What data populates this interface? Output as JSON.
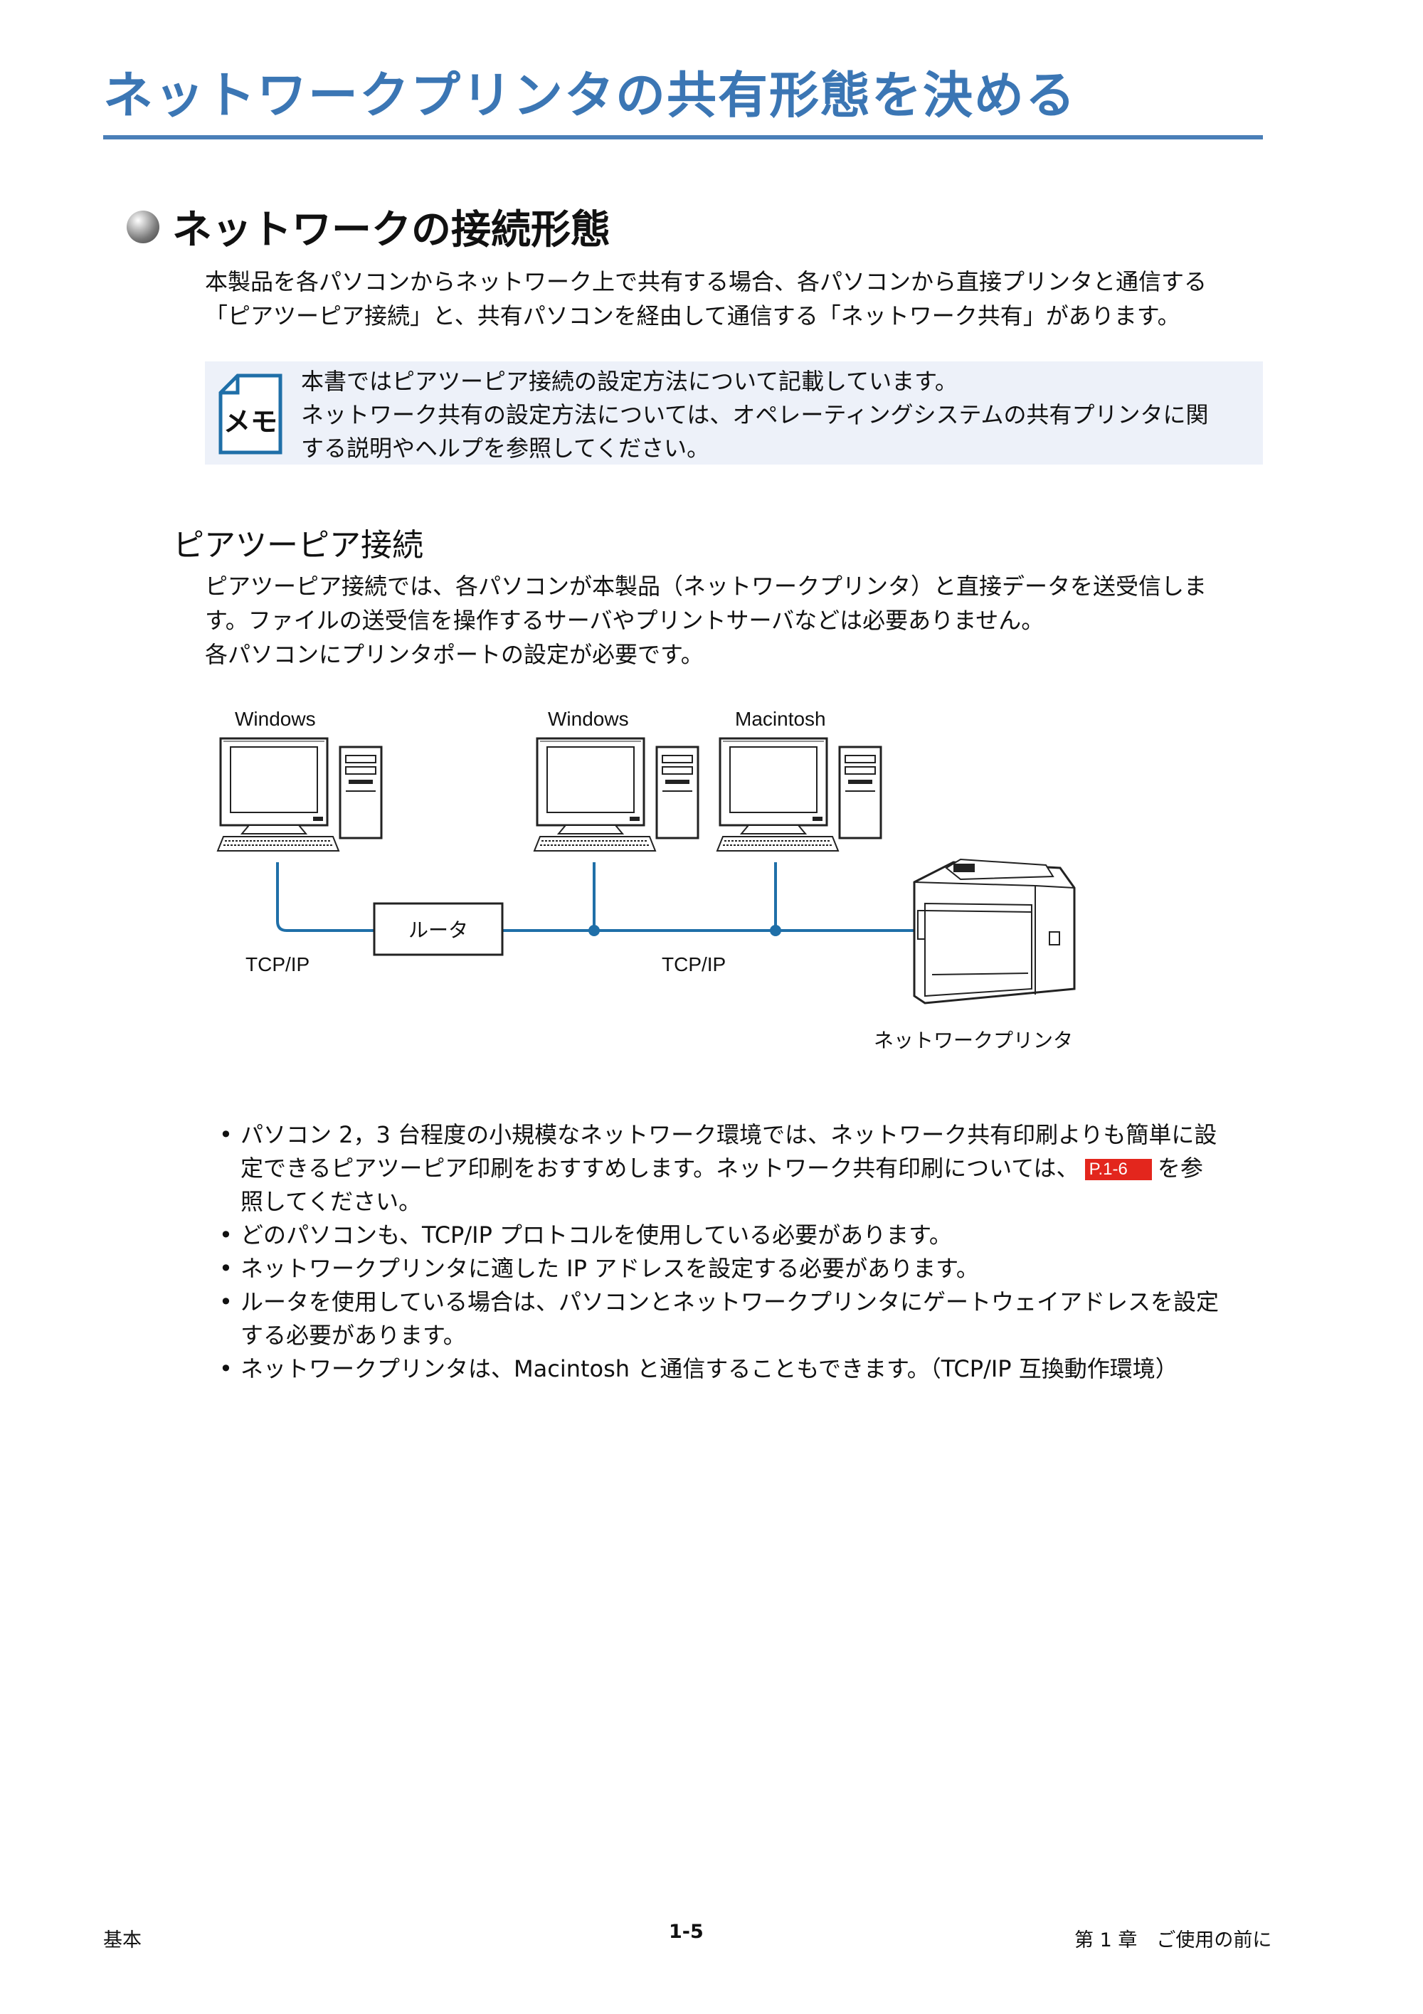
{
  "page_title": "ネットワークプリンタの共有形態を決める",
  "section": {
    "title": "ネットワークの接続形態",
    "intro_lines": [
      "本製品を各パソコンからネットワーク上で共有する場合、各パソコンから直接プリンタと通信する",
      "「ピアツーピア接続」と、共有パソコンを経由して通信する「ネットワーク共有」があります。"
    ]
  },
  "memo": {
    "icon_label": "メモ",
    "lines": [
      "本書ではピアツーピア接続の設定方法について記載しています。",
      "ネットワーク共有の設定方法については、オペレーティングシステムの共有プリンタに関",
      "する説明やヘルプを参照してください。"
    ]
  },
  "subsection": {
    "title": "ピアツーピア接続",
    "lines": [
      "ピアツーピア接続では、各パソコンが本製品（ネットワークプリンタ）と直接データを送受信しま",
      "す。ファイルの送受信を操作するサーバやプリントサーバなどは必要ありません。",
      "各パソコンにプリンタポートの設定が必要です。"
    ]
  },
  "diagram": {
    "pc1_label": "Windows",
    "pc2_label": "Windows",
    "pc3_label": "Macintosh",
    "router_label": "ルータ",
    "protocol_left": "TCP/IP",
    "protocol_right": "TCP/IP",
    "printer_label": "ネットワークプリンタ",
    "line_color": "#1f6fa8"
  },
  "bullets": {
    "b1_line1": "パソコン 2，3 台程度の小規模なネットワーク環境では、ネットワーク共有印刷よりも簡単に設",
    "b1_line2_pre": "定できるピアツーピア印刷をおすすめします。ネットワーク共有印刷については、",
    "b1_ref": "P.1-6",
    "b1_line2_post": "を参",
    "b1_line3": "照してください。",
    "b2": "どのパソコンも、TCP/IP プロトコルを使用している必要があります。",
    "b3": "ネットワークプリンタに適した IP アドレスを設定する必要があります。",
    "b4_line1": "ルータを使用している場合は、パソコンとネットワークプリンタにゲートウェイアドレスを設定",
    "b4_line2": "する必要があります。",
    "b5": "ネットワークプリンタは、Macintosh と通信することもできます。（TCP/IP 互換動作環境）",
    "marker": "•"
  },
  "footer": {
    "left": "基本",
    "center": "1-5",
    "right": "第 1 章　ご使用の前に"
  },
  "colors": {
    "title": "#3b76b4",
    "memo_bg": "#edf1f9",
    "ref_badge": "#e3261d"
  }
}
